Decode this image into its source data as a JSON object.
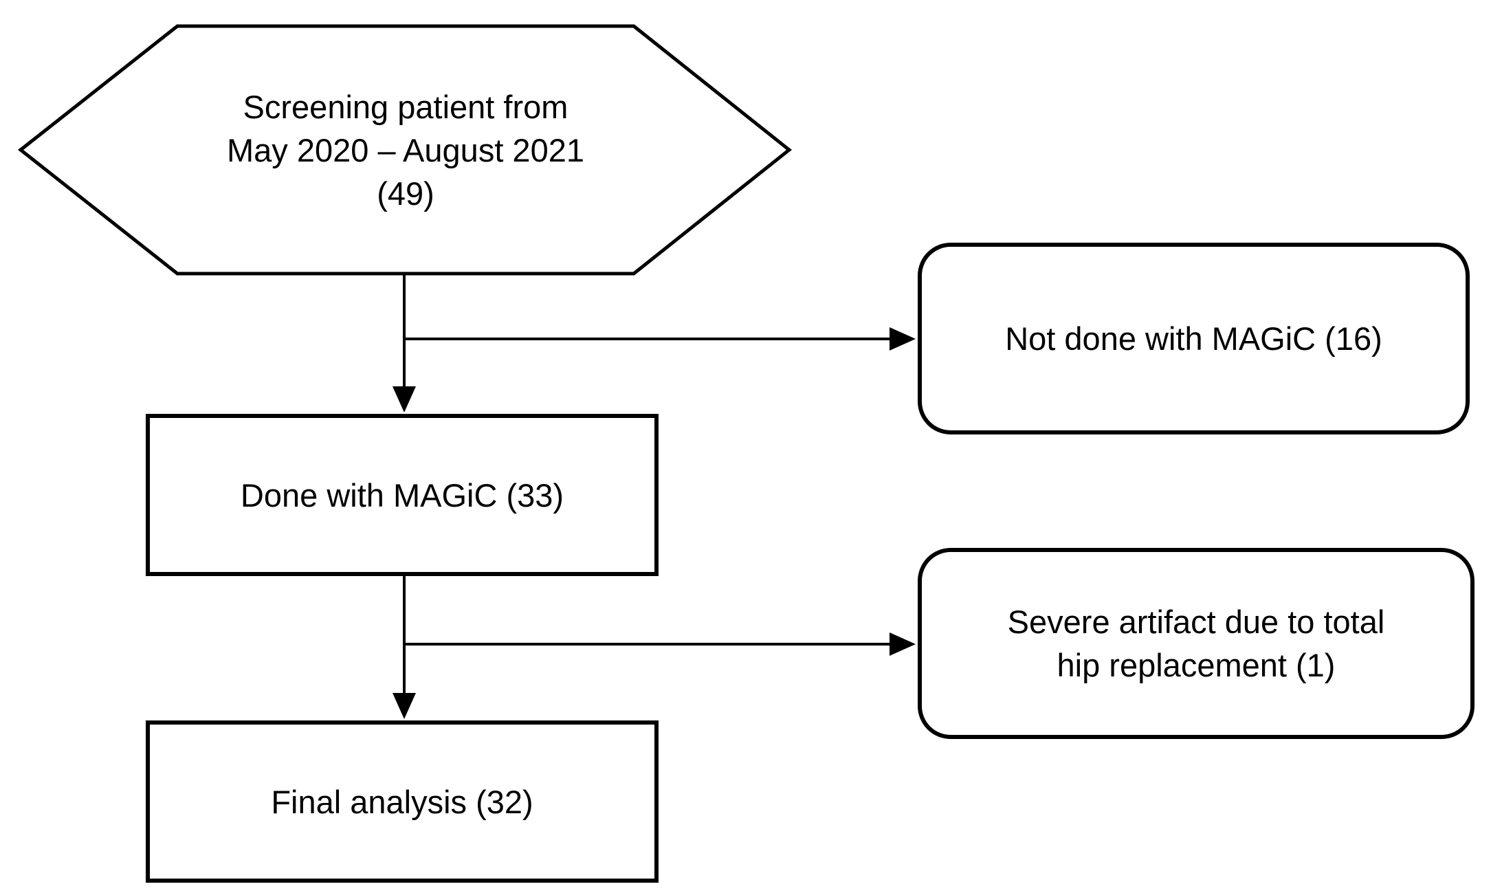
{
  "figure": {
    "type": "flowchart",
    "description": "Patient screening flow diagram"
  },
  "nodes": {
    "screening": {
      "label": "Screening patient from\nMay 2020 – August 2021\n(49)",
      "shape": "hexagon",
      "count": 49
    },
    "not_done": {
      "label": "Not done with MAGiC (16)",
      "shape": "rounded-rectangle",
      "count": 16
    },
    "done": {
      "label": "Done with MAGiC (33)",
      "shape": "rectangle",
      "count": 33
    },
    "severe": {
      "label": "Severe artifact due to total\nhip replacement (1)",
      "shape": "rounded-rectangle",
      "count": 1
    },
    "final": {
      "label": "Final analysis (32)",
      "shape": "rectangle",
      "count": 32
    }
  },
  "edges": [
    {
      "from": "screening",
      "to": "done",
      "type": "arrow-down"
    },
    {
      "from": "screening",
      "to": "not_done",
      "type": "arrow-right-branch"
    },
    {
      "from": "done",
      "to": "final",
      "type": "arrow-down"
    },
    {
      "from": "done",
      "to": "severe",
      "type": "arrow-right-branch"
    }
  ],
  "colors": {
    "stroke": "#000000",
    "fill": "#ffffff",
    "text": "#000000"
  }
}
